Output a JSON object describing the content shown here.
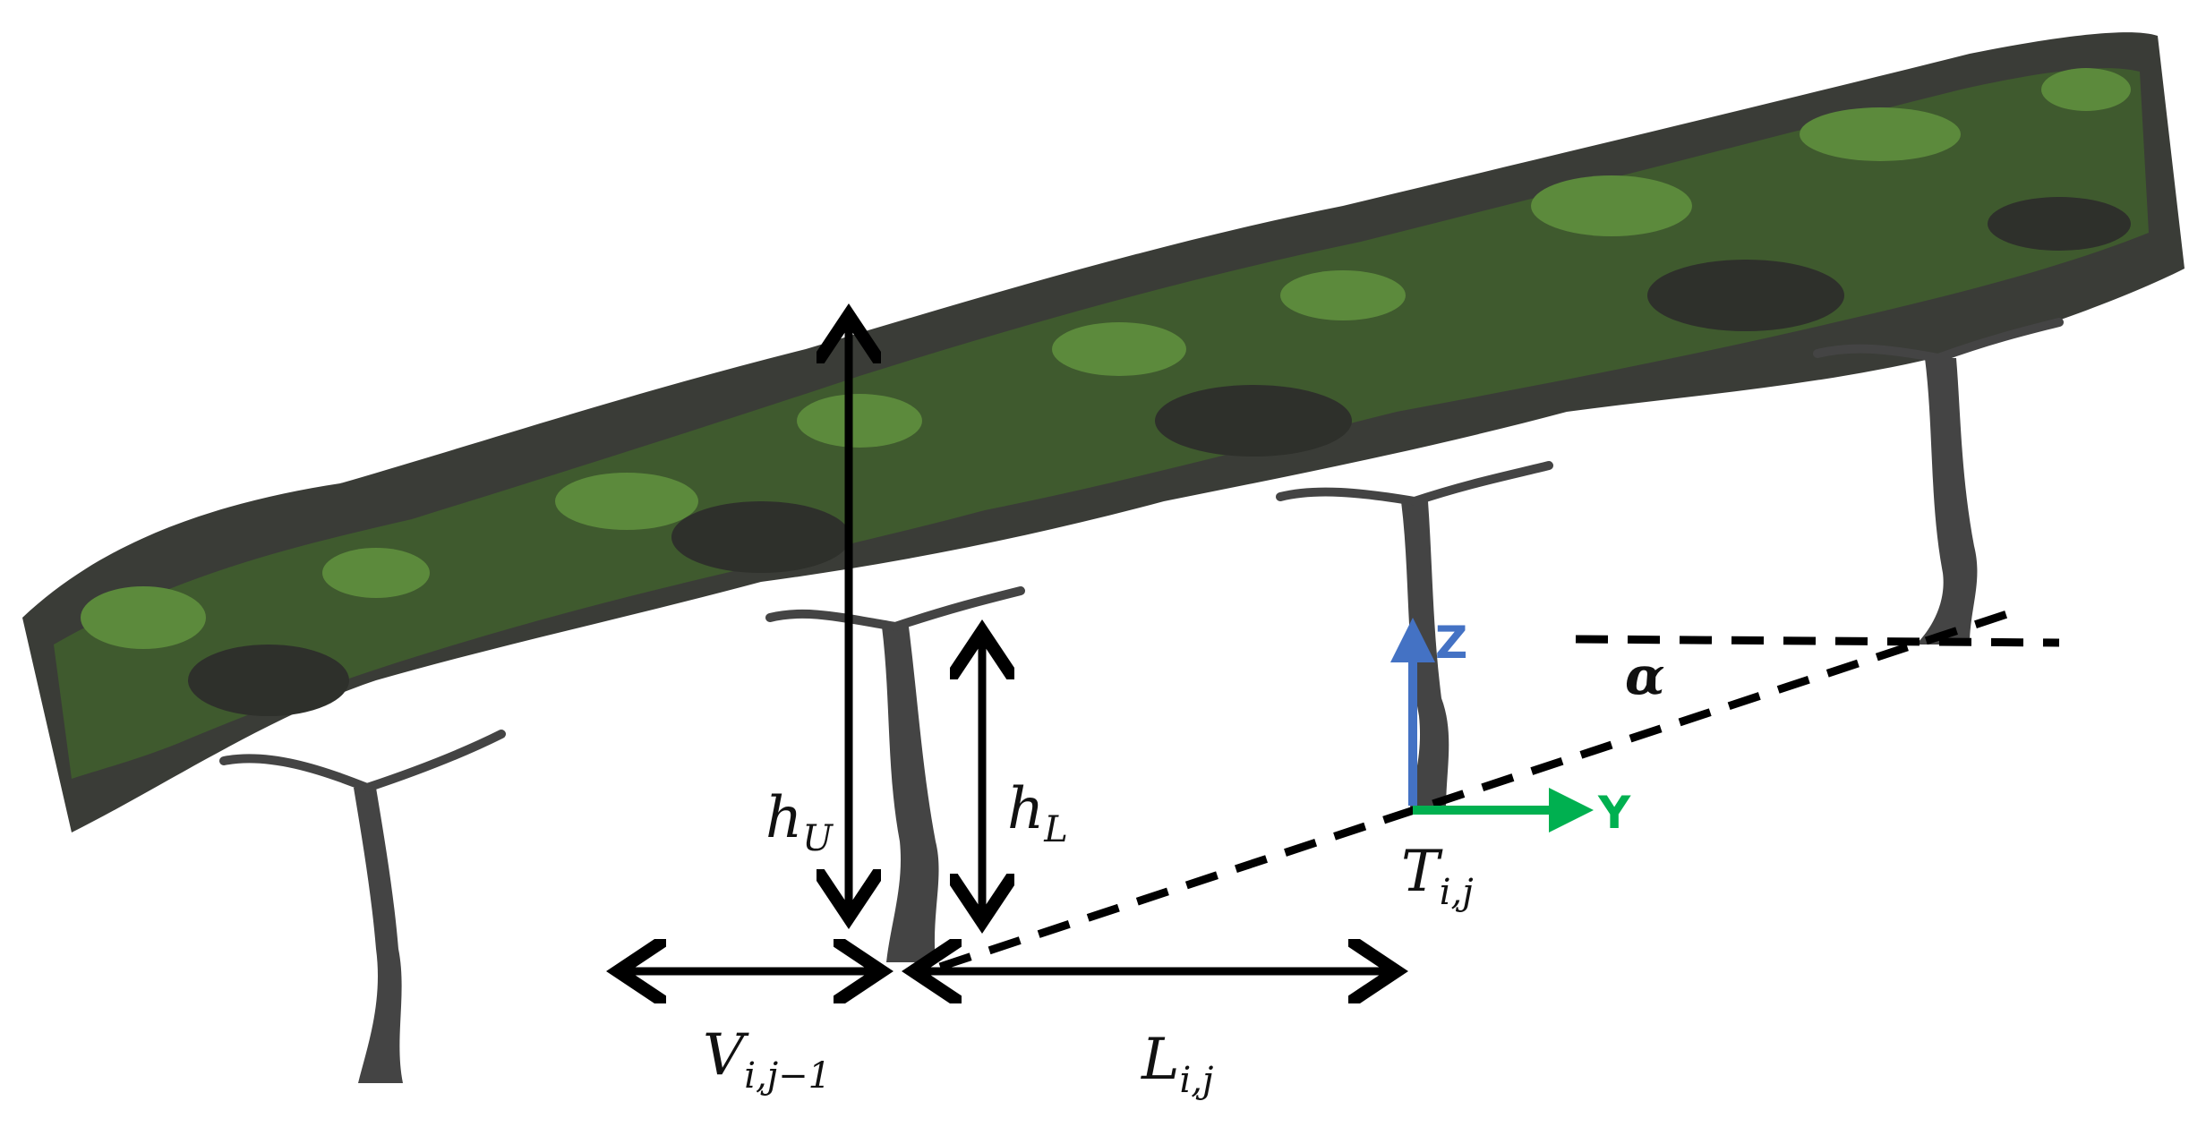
{
  "diagram": {
    "labels": {
      "h_upper": {
        "main": "h",
        "sub": "U"
      },
      "h_lower": {
        "main": "h",
        "sub": "L"
      },
      "trunk_pos": {
        "main": "T",
        "sub": "i,j"
      },
      "spacing_prev": {
        "main": "V",
        "sub": "i,j−1"
      },
      "length": {
        "main": "L",
        "sub": "i,j"
      },
      "slope_angle": "α",
      "axis_z": "Z",
      "axis_y": "Y"
    },
    "colors": {
      "foliage_dark": "#3a3c37",
      "foliage_mid": "#3f5a2e",
      "foliage_light": "#5c8a3c",
      "trunk": "#444444",
      "arrow": "#000000",
      "axis_z": "#4472c4",
      "axis_y": "#00b050"
    },
    "icons": [
      "vine-tree-icon",
      "double-arrow-icon",
      "axis-arrow-icon"
    ]
  }
}
